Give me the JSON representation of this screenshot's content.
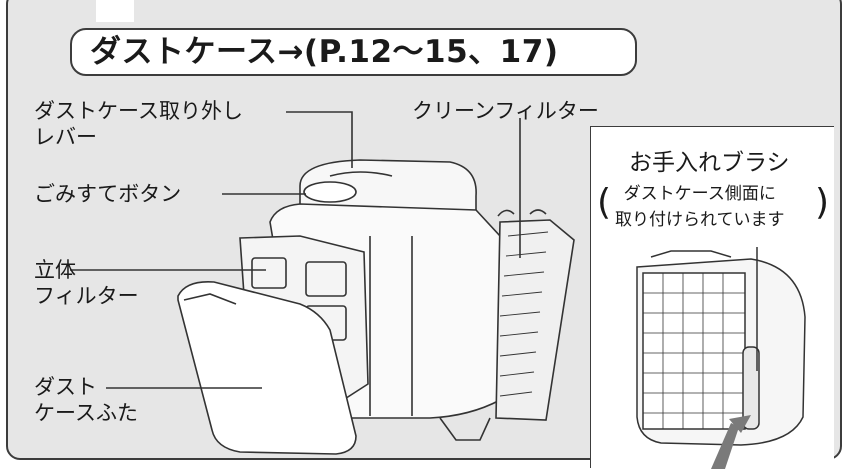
{
  "title": "ダストケース→(P.12〜15、17)",
  "labels": {
    "release_lever_line1": "ダストケース取り外し",
    "release_lever_line2": "レバー",
    "trash_button": "ごみすてボタン",
    "clean_filter": "クリーンフィルター",
    "solid_filter_line1": "立体",
    "solid_filter_line2": "フィルター",
    "case_cover_line1": "ダスト",
    "case_cover_line2": "ケースふた"
  },
  "inset": {
    "title": "お手入れブラシ",
    "note_line1": "ダストケース側面に",
    "note_line2": "取り付けられています"
  },
  "colors": {
    "frame_fill": "#e6e6e6",
    "frame_stroke": "#3c3c3c",
    "line_art": "#333333",
    "pointer_arrow": "#7a7a7a"
  }
}
